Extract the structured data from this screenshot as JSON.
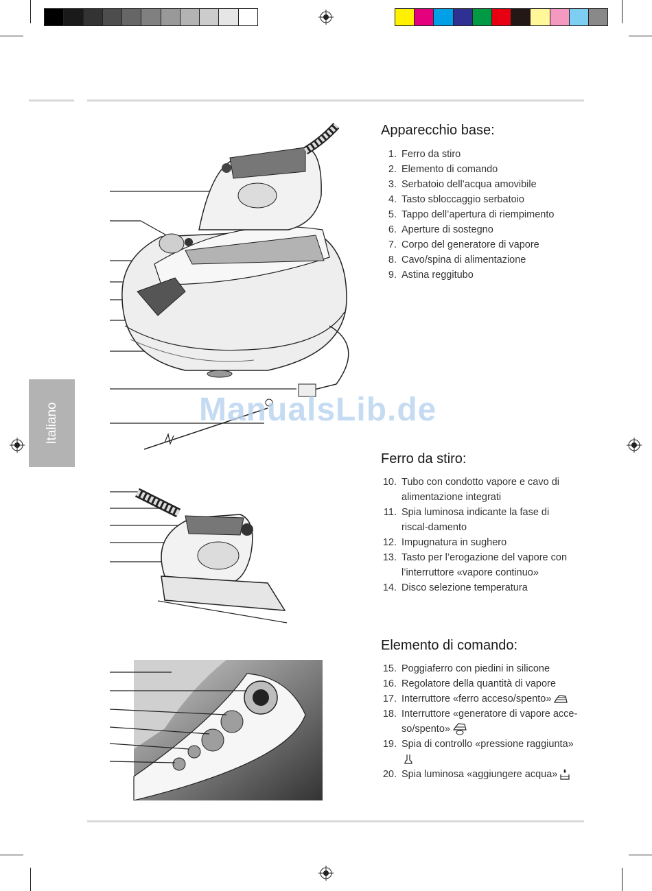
{
  "gray_bar": [
    "#000000",
    "#1a1a1a",
    "#333333",
    "#4d4d4d",
    "#666666",
    "#808080",
    "#999999",
    "#b3b3b3",
    "#cccccc",
    "#e6e6e6",
    "#ffffff"
  ],
  "color_bar": [
    "#fff100",
    "#e5007e",
    "#00a0e9",
    "#2e3192",
    "#009944",
    "#e60012",
    "#231815",
    "#fff799",
    "#f49ac1",
    "#7ecef4",
    "#898989"
  ],
  "side_tab": {
    "label": "Italiano",
    "color": "#b3b3b3"
  },
  "watermark": "ManualsLib.de",
  "sections": [
    {
      "title": "Apparecchio base:",
      "items": [
        {
          "num": "1.",
          "text": "Ferro da stiro"
        },
        {
          "num": "2.",
          "text": "Elemento di comando"
        },
        {
          "num": "3.",
          "text": "Serbatoio dell’acqua amovibile"
        },
        {
          "num": "4.",
          "text": "Tasto sbloccaggio serbatoio"
        },
        {
          "num": "5.",
          "text": "Tappo dell’apertura di riempimento"
        },
        {
          "num": "6.",
          "text": "Aperture di sostegno"
        },
        {
          "num": "7.",
          "text": "Corpo del generatore di vapore"
        },
        {
          "num": "8.",
          "text": "Cavo/spina di alimentazione"
        },
        {
          "num": "9.",
          "text": "Astina reggitubo"
        }
      ]
    },
    {
      "title": "Ferro da stiro:",
      "items": [
        {
          "num": "10.",
          "text": "Tubo con condotto vapore e cavo di alimentazione integrati"
        },
        {
          "num": "11.",
          "text": "Spia luminosa indicante la fase di riscal-damento"
        },
        {
          "num": "12.",
          "text": "Impugnatura in sughero"
        },
        {
          "num": "13.",
          "text": "Tasto per l’erogazione del vapore con l’interruttore «vapore continuo»"
        },
        {
          "num": "14.",
          "text": "Disco selezione temperatura"
        }
      ]
    },
    {
      "title": "Elemento di comando:",
      "items": [
        {
          "num": "15.",
          "text": "Poggiaferro con piedini in silicone"
        },
        {
          "num": "16.",
          "text": "Regolatore della quantità di vapore"
        },
        {
          "num": "17.",
          "text": "Interruttore «ferro acceso/spento»",
          "icon": "iron-icon"
        },
        {
          "num": "18.",
          "text": "Interruttore «generatore di vapore acce-so/spento»",
          "icon": "steam-generator-icon"
        },
        {
          "num": "19.",
          "text": "Spia di controllo «pressione raggiunta»",
          "icon": "pressure-icon"
        },
        {
          "num": "20.",
          "text": "Spia luminosa «aggiungere acqua»",
          "icon": "water-icon"
        }
      ]
    }
  ]
}
